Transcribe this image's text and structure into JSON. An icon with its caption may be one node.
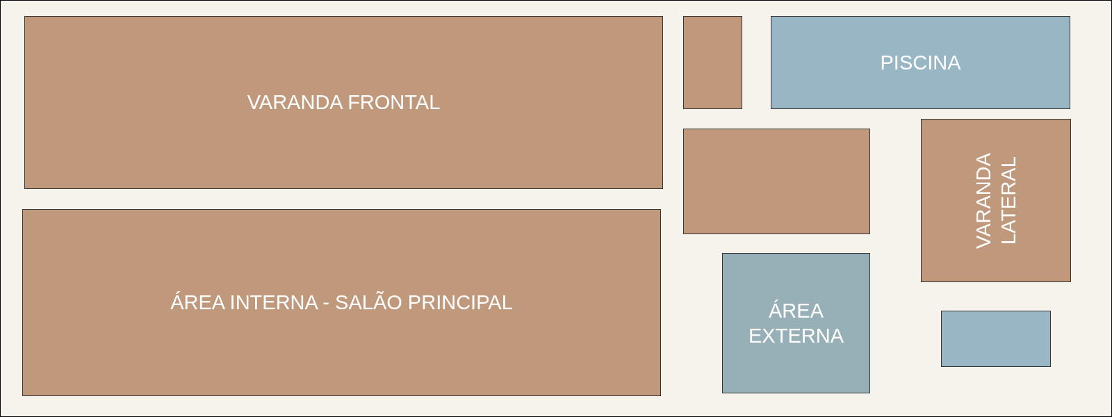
{
  "diagram": {
    "nodes": [
      {
        "text": [
          "VARANDA FRONTAL"
        ]
      },
      {
        "text": [],
        "shape": "box"
      },
      {
        "text": [
          "PISCINA"
        ]
      },
      {
        "text": [],
        "shape": "box"
      },
      {
        "text": [
          "VARANDA LATERAL"
        ]
      },
      {
        "text": [
          "ÁREA INTERNA - SALÃO PRINCIPAL"
        ]
      },
      {
        "text": [
          "ÁREA EXTERNA"
        ]
      },
      {
        "text": [],
        "shape": "box"
      }
    ]
  }
}
